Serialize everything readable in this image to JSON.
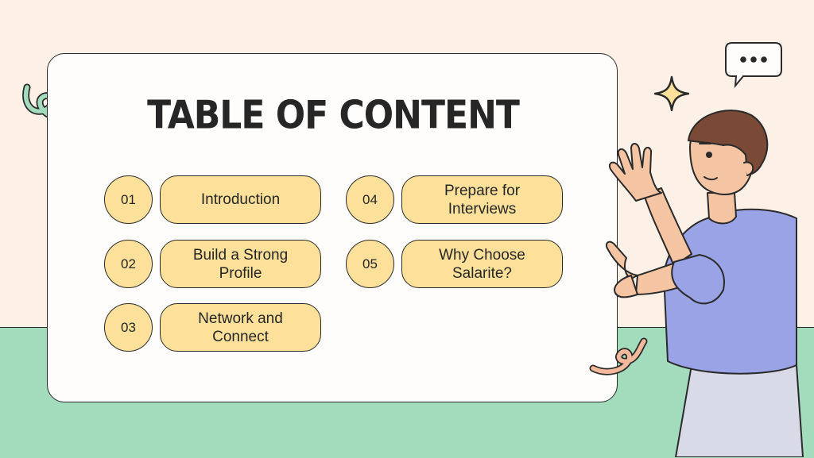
{
  "slide": {
    "title": "TABLE OF CONTENT",
    "items": [
      {
        "number": "01",
        "label": "Introduction"
      },
      {
        "number": "02",
        "label": "Build a Strong Profile"
      },
      {
        "number": "03",
        "label": "Network and Connect"
      },
      {
        "number": "04",
        "label": "Prepare for Interviews"
      },
      {
        "number": "05",
        "label": "Why Choose Salarite?"
      }
    ]
  },
  "colors": {
    "background": "#fdf1e7",
    "floor": "#a3dbbd",
    "pill": "#fde19a",
    "shirt": "#9aa3e6",
    "skin": "#f5c4a3",
    "hair": "#7a4a36"
  },
  "icons": [
    "speech-bubble-icon",
    "sparkle-icon",
    "squiggle-left",
    "squiggle-right"
  ]
}
